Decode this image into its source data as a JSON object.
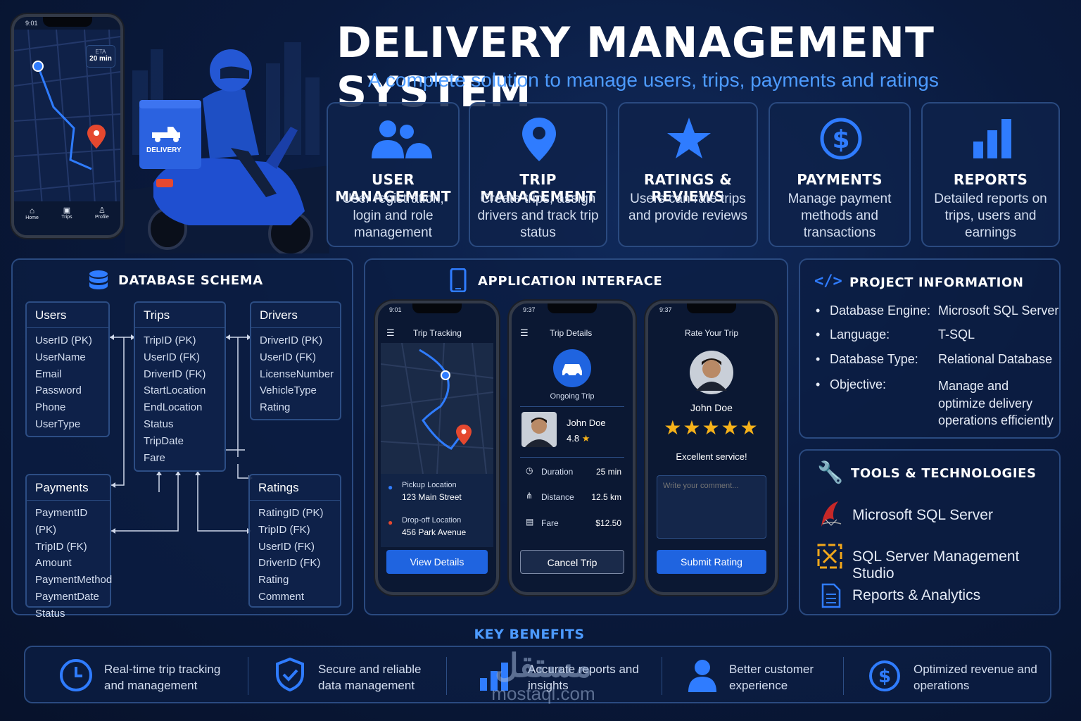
{
  "header": {
    "title": "DELIVERY MANAGEMENT SYSTEM",
    "subtitle": "A complete solution to manage users, trips, payments and ratings"
  },
  "hero_phone": {
    "time": "9:01",
    "eta_label": "ETA",
    "eta_value": "20 min",
    "nav": [
      {
        "label": "Home",
        "icon": "home-icon"
      },
      {
        "label": "Trips",
        "icon": "trips-icon"
      },
      {
        "label": "Profile",
        "icon": "profile-icon"
      }
    ]
  },
  "scooter": {
    "box_label": "DELIVERY"
  },
  "features": [
    {
      "title": "USER MANAGEMENT",
      "desc": "User registration, login and role management",
      "icon": "users-icon"
    },
    {
      "title": "TRIP MANAGEMENT",
      "desc": "Create trips, assign drivers and track trip status",
      "icon": "map-pin-icon"
    },
    {
      "title": "RATINGS & REVIEWS",
      "desc": "Users can rate trips and provide reviews",
      "icon": "star-icon"
    },
    {
      "title": "PAYMENTS",
      "desc": "Manage payment methods and transactions",
      "icon": "dollar-icon"
    },
    {
      "title": "REPORTS",
      "desc": "Detailed reports on trips, users and earnings",
      "icon": "bar-chart-icon"
    }
  ],
  "schema": {
    "title": "DATABASE SCHEMA",
    "tables": [
      {
        "name": "Users",
        "fields": [
          "UserID (PK)",
          "UserName",
          "Email",
          "Password",
          "Phone",
          "UserType"
        ]
      },
      {
        "name": "Trips",
        "fields": [
          "TripID (PK)",
          "UserID (FK)",
          "DriverID (FK)",
          "StartLocation",
          "EndLocation",
          "Status",
          "TripDate",
          "Fare"
        ]
      },
      {
        "name": "Drivers",
        "fields": [
          "DriverID (PK)",
          "UserID (FK)",
          "LicenseNumber",
          "VehicleType",
          "Rating"
        ]
      },
      {
        "name": "Payments",
        "fields": [
          "PaymentID (PK)",
          "TripID (FK)",
          "Amount",
          "PaymentMethod",
          "PaymentDate",
          "Status"
        ]
      },
      {
        "name": "Ratings",
        "fields": [
          "RatingID (PK)",
          "TripID (FK)",
          "UserID (FK)",
          "DriverID (FK)",
          "Rating",
          "Comment"
        ]
      }
    ]
  },
  "app": {
    "title": "APPLICATION INTERFACE",
    "phone1": {
      "time": "9:01",
      "title": "Trip Tracking",
      "pickup_label": "Pickup Location",
      "pickup_value": "123 Main Street",
      "dropoff_label": "Drop-off Location",
      "dropoff_value": "456 Park Avenue",
      "button": "View Details"
    },
    "phone2": {
      "time": "9:37",
      "title": "Trip Details",
      "status": "Ongoing Trip",
      "driver": "John Doe",
      "rating": "4.8",
      "duration_label": "Duration",
      "duration_value": "25 min",
      "distance_label": "Distance",
      "distance_value": "12.5 km",
      "fare_label": "Fare",
      "fare_value": "$12.50",
      "button": "Cancel Trip"
    },
    "phone3": {
      "time": "9:37",
      "title": "Rate Your Trip",
      "driver": "John Doe",
      "stars": 5,
      "comment": "Excellent service!",
      "placeholder": "Write your comment...",
      "button": "Submit Rating"
    }
  },
  "project": {
    "title": "PROJECT INFORMATION",
    "items": [
      {
        "label": "Database Engine:",
        "value": "Microsoft SQL Server"
      },
      {
        "label": "Language:",
        "value": "T-SQL"
      },
      {
        "label": "Database Type:",
        "value": "Relational Database"
      },
      {
        "label": "Objective:",
        "value": "Manage and optimize delivery operations efficiently"
      }
    ]
  },
  "tools": {
    "title": "TOOLS & TECHNOLOGIES",
    "items": [
      "Microsoft SQL Server",
      "SQL Server Management Studio",
      "Reports & Analytics"
    ]
  },
  "benefits": {
    "title": "KEY BENEFITS",
    "items": [
      {
        "text": "Real-time trip tracking and management",
        "icon": "clock-icon"
      },
      {
        "text": "Secure and reliable data management",
        "icon": "shield-icon"
      },
      {
        "text": "Accurate reports and insights",
        "icon": "bar-chart-icon"
      },
      {
        "text": "Better customer experience",
        "icon": "user-icon"
      },
      {
        "text": "Optimized revenue and operations",
        "icon": "dollar-icon"
      }
    ]
  },
  "watermark": {
    "arabic": "مستقل",
    "latin": "mostaql.com"
  },
  "colors": {
    "accent": "#4d9bff",
    "button": "#1f64e0",
    "star": "#f6b21a",
    "pin": "#e5482f"
  }
}
